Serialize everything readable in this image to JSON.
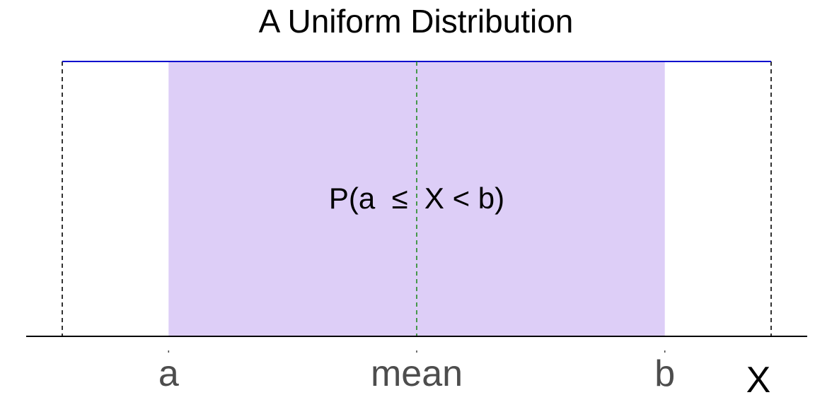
{
  "chart_data": {
    "type": "area",
    "title": "A Uniform Distribution",
    "xlabel": "X",
    "ylabel": "",
    "grid": false,
    "legend": "none",
    "xlim": [
      -1.0,
      1.0
    ],
    "ylim": [
      0,
      1
    ],
    "density": {
      "x": [
        -1.0,
        1.0
      ],
      "y": [
        1.0,
        1.0
      ],
      "color": "#0000CD"
    },
    "shaded_region": {
      "from": -0.7,
      "to": 0.7,
      "color": "#DDCEF7",
      "label": "P(a  ≤  X < b)"
    },
    "bounds": {
      "lower": -1.0,
      "upper": 1.0,
      "style": "dashed",
      "color": "#000000"
    },
    "mean_line": {
      "x": 0.0,
      "style": "dashed",
      "color": "#228B22"
    },
    "ticks": [
      {
        "value": -0.7,
        "label": "a"
      },
      {
        "value": 0.0,
        "label": "mean"
      },
      {
        "value": 0.7,
        "label": "b"
      }
    ],
    "tick_color": "#4d4d4d"
  }
}
